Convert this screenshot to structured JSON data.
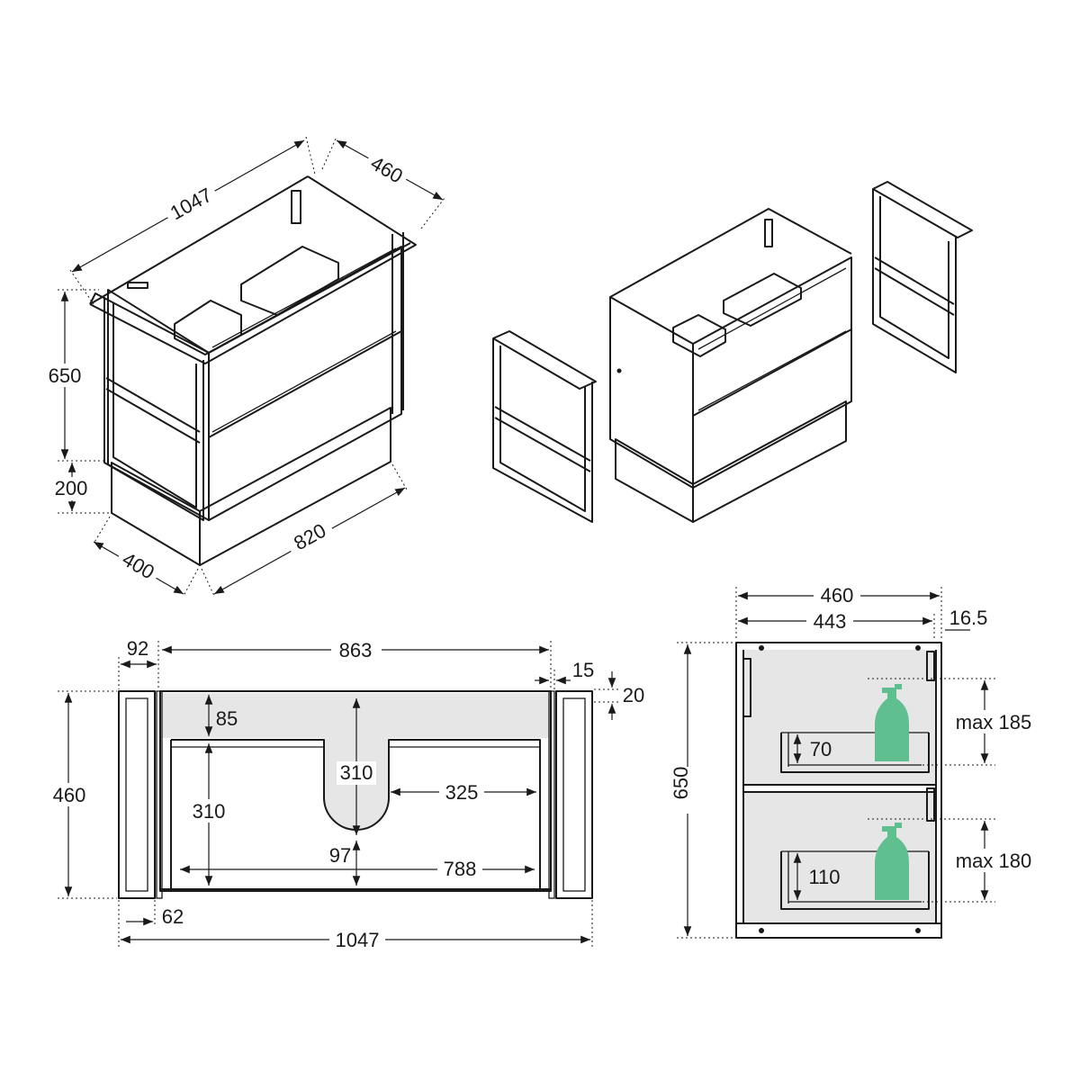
{
  "accent_color": "#5fbf8f",
  "iso_unit": {
    "dims": {
      "width": "1047",
      "depth_top": "460",
      "height": "650",
      "plinth": "200",
      "depth_base": "400",
      "width_base": "820"
    }
  },
  "plan_view": {
    "dims": {
      "frame_side": "92",
      "inner_width": "863",
      "frame_gap": "15",
      "top_edge": "20",
      "depth": "460",
      "front_offset": "85",
      "drawer_depth": "310",
      "cutout_depth": "310",
      "side_reach": "325",
      "cutout_gap": "97",
      "drawer_width": "788",
      "base_offset": "62",
      "total_width": "1047"
    }
  },
  "side_section": {
    "dims": {
      "depth": "460",
      "inner_depth": "443",
      "panel": "16.5",
      "height": "650",
      "upper_clear": "max 185",
      "upper_tray": "70",
      "lower_clear": "max 180",
      "lower_tray": "110"
    },
    "icons": [
      "soap-bottle-icon",
      "soap-bottle-icon"
    ]
  }
}
